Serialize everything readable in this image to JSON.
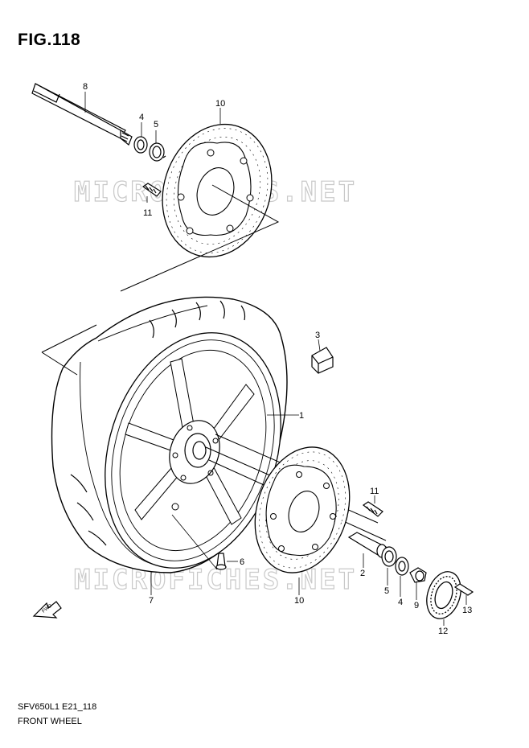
{
  "figure": {
    "title": "FIG.118",
    "code": "SFV650L1 E21_118",
    "name": "FRONT WHEEL"
  },
  "watermark": {
    "text": "MICROFICHES.NET"
  },
  "callouts": [
    "8",
    "4",
    "5",
    "10",
    "11",
    "3",
    "1",
    "11",
    "2",
    "5",
    "4",
    "9",
    "13",
    "12",
    "10",
    "6",
    "7"
  ],
  "fwd_label": "FWD"
}
